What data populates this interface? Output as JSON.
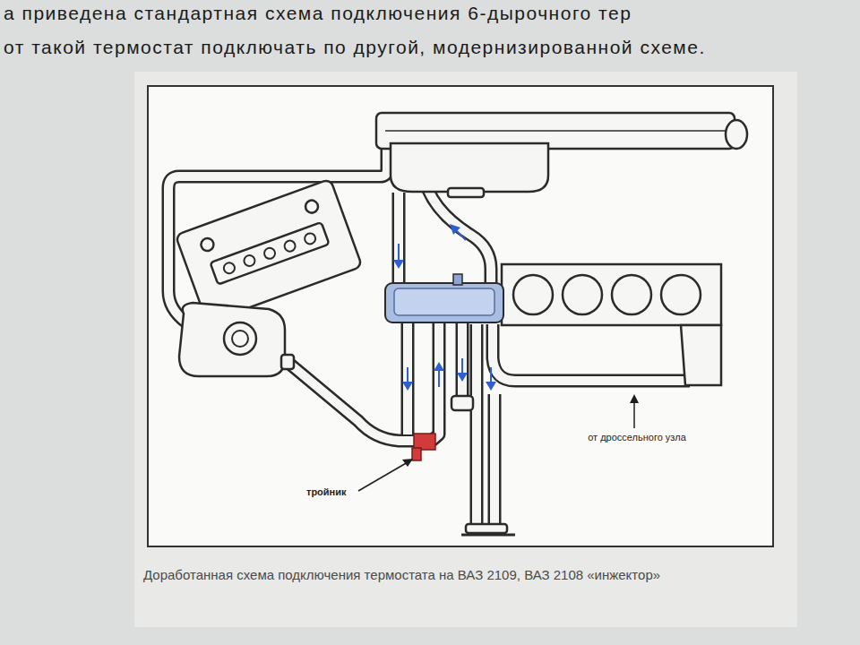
{
  "diagram": {
    "caption": "Доработанная схема подключения термостата на ВАЗ 2109, ВАЗ 2108 «инжектор»",
    "labels": [
      "а приведена стандартная схема подключения 6-дырочного тер",
      "от такой термостат подключать по другой, модернизированной схеме.",
      "тройник",
      "от дроссельного узла"
    ]
  }
}
